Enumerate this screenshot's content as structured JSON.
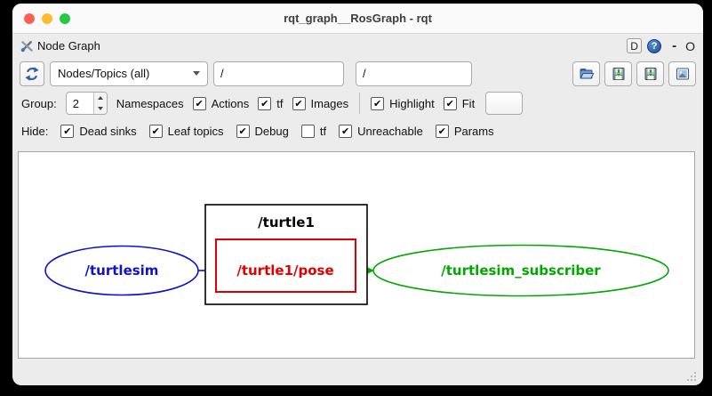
{
  "window": {
    "title": "rqt_graph__RosGraph - rqt",
    "traffic_lights": {
      "close_color": "#ff5f57",
      "minimize_color": "#febc2e",
      "zoom_color": "#28c840"
    }
  },
  "panel": {
    "title": "Node Graph",
    "detach_label": "D",
    "help_label": "?",
    "minimize_label": "-",
    "float_label": "O"
  },
  "toolbar": {
    "graph_type": "Nodes/Topics (all)",
    "filter1": "/",
    "filter2": "/",
    "icons": {
      "refresh": "circular-blue-arrows",
      "open": "folder-open-blue",
      "save_dot": "floppy-with-green-down-arrow",
      "save_as": "floppy-with-green-down-arrow",
      "save_image": "framed-picture"
    }
  },
  "group_row": {
    "label": "Group:",
    "value": "2",
    "namespaces": "Namespaces",
    "actions": {
      "label": "Actions",
      "checked": true
    },
    "tf": {
      "label": "tf",
      "checked": true
    },
    "images": {
      "label": "Images",
      "checked": true
    },
    "highlight": {
      "label": "Highlight",
      "checked": true
    },
    "fit": {
      "label": "Fit",
      "checked": true
    }
  },
  "hide_row": {
    "label": "Hide:",
    "dead_sinks": {
      "label": "Dead sinks",
      "checked": true
    },
    "leaf_topics": {
      "label": "Leaf topics",
      "checked": true
    },
    "debug": {
      "label": "Debug",
      "checked": true
    },
    "tf": {
      "label": "tf",
      "checked": false
    },
    "unreachable": {
      "label": "Unreachable",
      "checked": true
    },
    "params": {
      "label": "Params",
      "checked": true
    }
  },
  "graph": {
    "nodes": [
      {
        "id": "turtlesim",
        "label": "/turtlesim",
        "shape": "ellipse",
        "color": "#1111cc"
      },
      {
        "id": "turtle1-namespace",
        "label": "/turtle1",
        "shape": "rect",
        "color": "#000000"
      },
      {
        "id": "turtle1-pose",
        "label": "/turtle1/pose",
        "shape": "rect",
        "color": "#e00000"
      },
      {
        "id": "turtlesim-subscriber",
        "label": "/turtlesim_subscriber",
        "shape": "ellipse",
        "color": "#00a800"
      }
    ],
    "edges": [
      {
        "from": "/turtlesim",
        "to": "/turtle1/pose",
        "color": "#1111cc"
      },
      {
        "from": "/turtle1/pose",
        "to": "/turtlesim_subscriber",
        "color": "#00a800"
      }
    ]
  }
}
